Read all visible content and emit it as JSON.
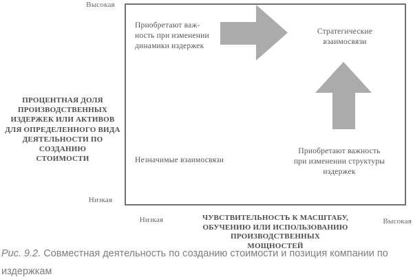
{
  "diagram": {
    "type": "matrix",
    "y_axis": {
      "label_lines": [
        "ПРОЦЕНТНАЯ ДОЛЯ",
        "ПРОИЗВОДСТВЕННЫХ",
        "ИЗДЕРЖЕК ИЛИ АКТИВОВ",
        "ДЛЯ ОПРЕДЕЛЕННОГО ВИДА",
        "ДЕЯТЕЛЬНОСТИ ПО СОЗДАНИЮ",
        "СТОИМОСТИ"
      ],
      "high": "Высокая",
      "low": "Низкая"
    },
    "x_axis": {
      "label_lines": [
        "ЧУВСТВИТЕЛЬНОСТЬ К МАСШТАБУ,",
        "ОБУЧЕНИЮ ИЛИ ИСПОЛЬЗОВАНИЮ",
        "ПРОИЗВОДСТВЕННЫХ МОЩНОСТЕЙ"
      ],
      "low": "Низкая",
      "high": "Высокая"
    },
    "quadrants": {
      "top_left_lines": [
        "Приобретают важ-",
        "ность при изменении",
        "динамики издержек"
      ],
      "top_right_lines": [
        "Стратегические",
        "взаимосвязи"
      ],
      "bottom_left": "Незначимые взаимосвязи",
      "bottom_right_lines": [
        "Приобретают важность",
        "при изменении структуры",
        "издержек"
      ]
    },
    "arrows": [
      {
        "name": "right-arrow",
        "direction": "right"
      },
      {
        "name": "up-arrow",
        "direction": "up"
      }
    ]
  },
  "caption": {
    "label": "Рис. 9.2.",
    "text": "Совместная деятельность по созданию стоимости и позиция компании по издержкам"
  },
  "colors": {
    "arrow": "#ababab",
    "box_border": "#707070",
    "diagram_text": "#565656",
    "axis_title_text": "#4e4e4e",
    "caption_text": "#7d7d7d"
  }
}
